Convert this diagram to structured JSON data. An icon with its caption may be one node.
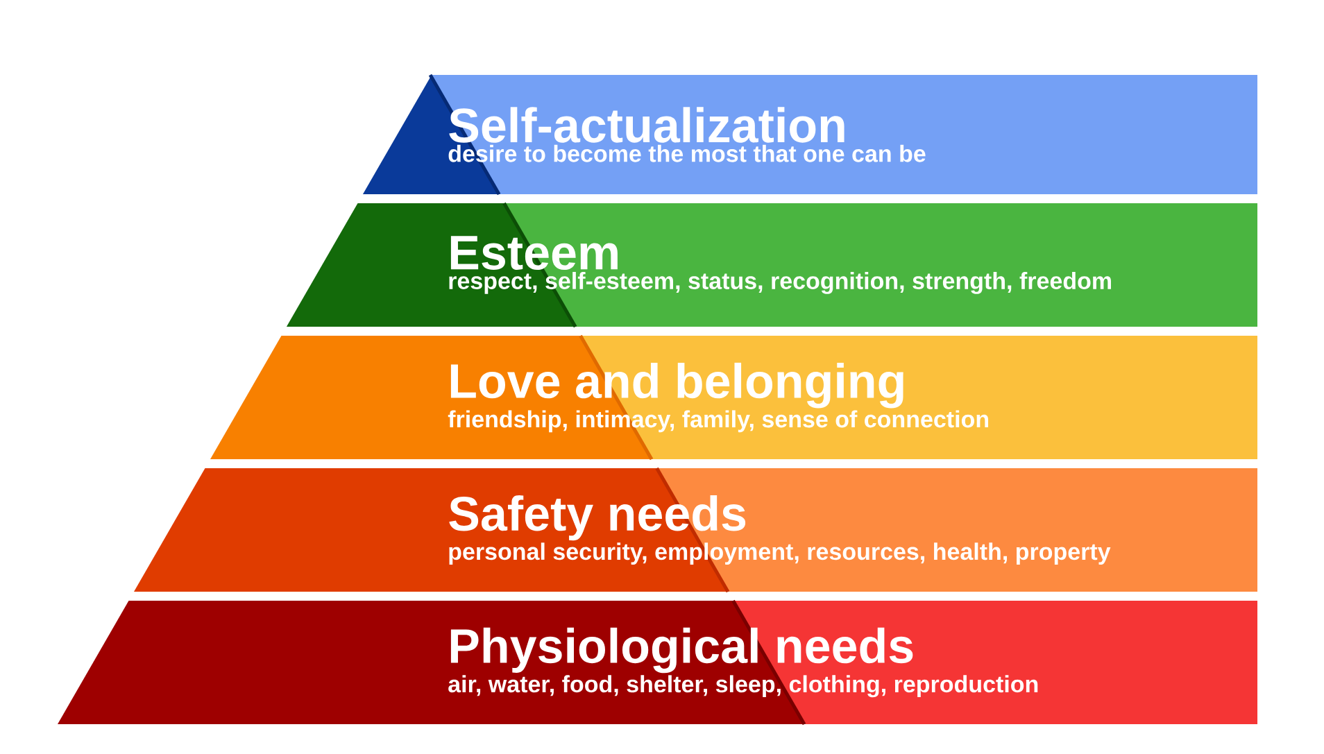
{
  "diagram": {
    "nodes": [
      {
        "text": [
          "Self-actualization",
          "desire to become the most that one can be"
        ]
      },
      {
        "text": [
          "Esteem",
          "respect, self-esteem, status, recognition, strength, freedom"
        ]
      },
      {
        "text": [
          "Love and belonging",
          "friendship, intimacy, family, sense of connection"
        ]
      },
      {
        "text": [
          "Safety needs",
          "personal security, employment, resources, health, property"
        ]
      },
      {
        "text": [
          "Physiological needs",
          "air, water, food, shelter, sleep, clothing, reproduction"
        ]
      }
    ]
  }
}
